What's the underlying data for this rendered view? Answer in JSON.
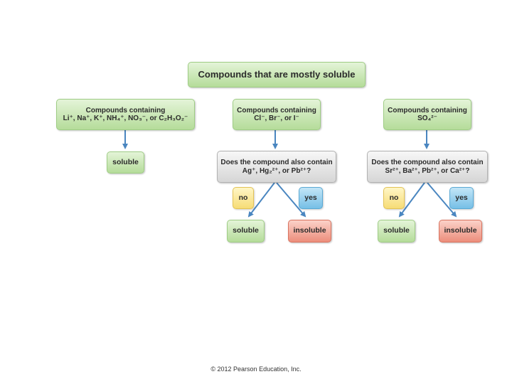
{
  "title": "Compounds that are mostly soluble",
  "columns": [
    {
      "header": [
        "Compounds containing",
        "Li⁺, Na⁺, K⁺, NH₄⁺, NO₃⁻, or C₂H₃O₂⁻"
      ],
      "result": "soluble"
    },
    {
      "header": [
        "Compounds containing",
        "Cl⁻, Br⁻, or I⁻"
      ],
      "question": [
        "Does the compound also contain",
        "Ag⁺, Hg₂²⁺, or Pb²⁺?"
      ],
      "no": "no",
      "yes": "yes",
      "no_result": "soluble",
      "yes_result": "insoluble"
    },
    {
      "header": [
        "Compounds containing",
        "SO₄²⁻"
      ],
      "question": [
        "Does the compound also contain",
        "Sr²⁺, Ba²⁺, Pb²⁺, or Ca²⁺?"
      ],
      "no": "no",
      "yes": "yes",
      "no_result": "soluble",
      "yes_result": "insoluble"
    }
  ],
  "footer": "© 2012 Pearson Education, Inc.",
  "colors": {
    "arrow": "#4a86c0",
    "green_box": "#b5dc9a",
    "gray_box": "#d6d6d6",
    "no_box": "#f6dc76",
    "yes_box": "#76bfe6",
    "insoluble_box": "#ec8e7c"
  }
}
